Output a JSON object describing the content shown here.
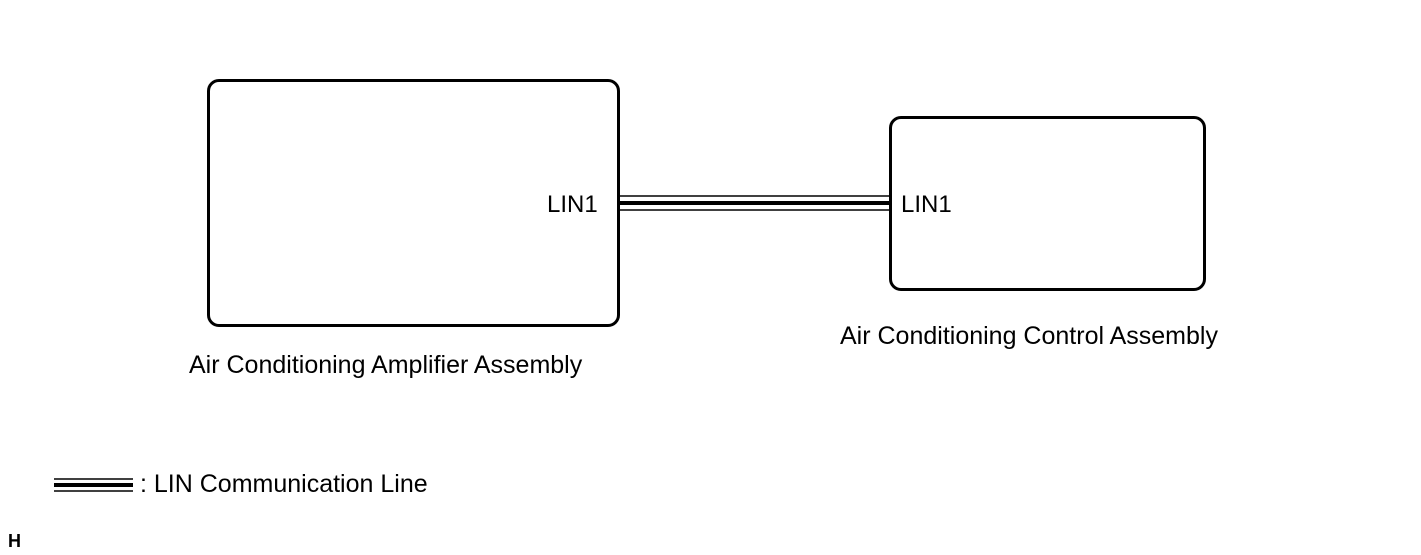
{
  "components": {
    "amplifier": {
      "pin": "LIN1",
      "label": "Air Conditioning Amplifier Assembly"
    },
    "control": {
      "pin": "LIN1",
      "label": "Air Conditioning Control Assembly"
    }
  },
  "legend": {
    "text": ": LIN Communication Line",
    "symbol": "lin-communication-line"
  },
  "corner_mark": "H"
}
